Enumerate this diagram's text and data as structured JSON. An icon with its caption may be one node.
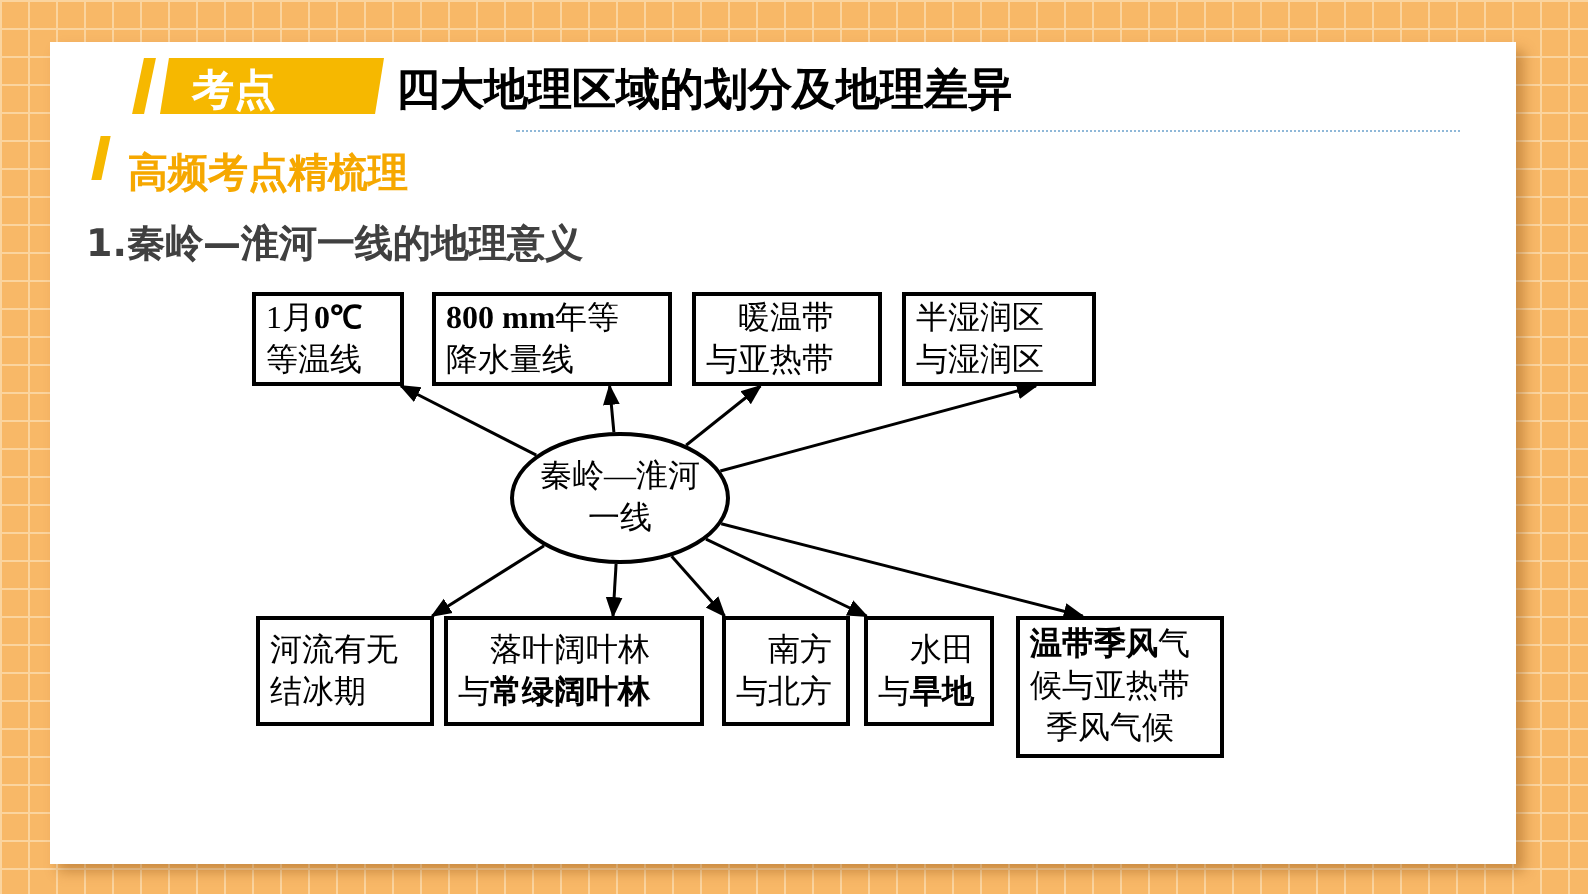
{
  "diagram": {
    "title": "四大地理区域的划分及地理差异",
    "nodes": [
      {
        "text": [
          "1月**0℃**等温线"
        ]
      },
      {
        "text": [
          "**800 mm**年等降水量线"
        ]
      },
      {
        "text": [
          "暖温带与亚热带"
        ]
      },
      {
        "text": [
          "半湿润区与湿润区"
        ]
      },
      {
        "text": [
          "秦岭—淮河一线"
        ]
      },
      {
        "text": [
          "河流有无结冰期"
        ]
      },
      {
        "text": [
          "落叶阔叶林与**常绿阔叶林**"
        ]
      },
      {
        "text": [
          "南方与北方"
        ]
      },
      {
        "text": [
          "水田与**旱地**"
        ]
      },
      {
        "text": [
          "**温带季风**气候与亚热带季风气候"
        ]
      }
    ],
    "edges": [
      {
        "from": 4,
        "to": 0,
        "arrow": "to"
      },
      {
        "from": 4,
        "to": 1,
        "arrow": "to"
      },
      {
        "from": 4,
        "to": 2,
        "arrow": "to"
      },
      {
        "from": 4,
        "to": 3,
        "arrow": "to"
      },
      {
        "from": 4,
        "to": 5,
        "arrow": "to"
      },
      {
        "from": 4,
        "to": 6,
        "arrow": "to"
      },
      {
        "from": 4,
        "to": 7,
        "arrow": "to"
      },
      {
        "from": 4,
        "to": 8,
        "arrow": "to"
      },
      {
        "from": 4,
        "to": 9,
        "arrow": "to"
      }
    ],
    "labels": [
      "考点",
      "高频考点精梳理",
      "1.秦岭—淮河一线的地理意义"
    ]
  }
}
